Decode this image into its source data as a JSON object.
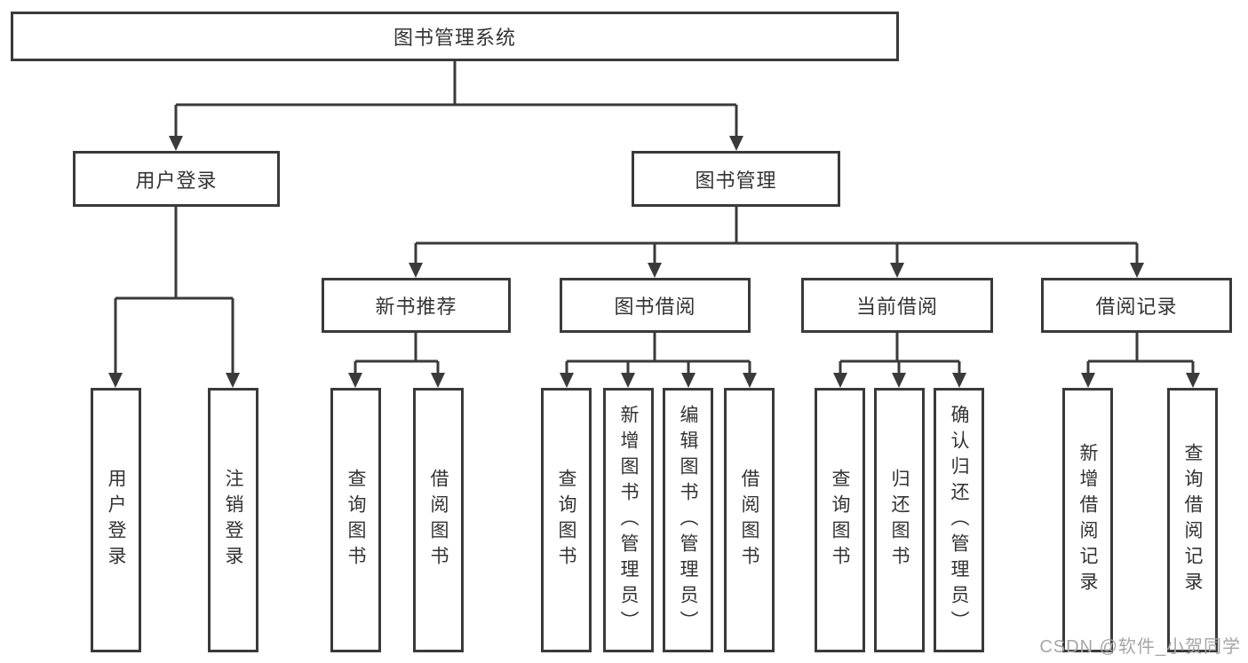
{
  "nodes": {
    "root": "图书管理系统",
    "user_login": "用户登录",
    "book_management": "图书管理",
    "new_book_recommend": "新书推荐",
    "book_borrow": "图书借阅",
    "current_borrow": "当前借阅",
    "borrow_records": "借阅记录",
    "leaf_user_login": "用户登录",
    "leaf_logout": "注销登录",
    "leaf_nb_query_books": "查询图书",
    "leaf_nb_borrow_books": "借阅图书",
    "leaf_bb_query_books": "查询图书",
    "leaf_bb_add_books": "新增图书（管理员）",
    "leaf_bb_edit_books": "编辑图书（管理员）",
    "leaf_bb_borrow_books": "借阅图书",
    "leaf_cb_query_books": "查询图书",
    "leaf_cb_return_books": "归还图书",
    "leaf_cb_confirm_return": "确认归还（管理员）",
    "leaf_br_add_record": "新增借阅记录",
    "leaf_br_query_record": "查询借阅记录"
  },
  "watermark": "CSDN @软件_小贺同学",
  "colors": {
    "line": "#3a3a3a",
    "text": "#333333",
    "watermark": "#a6a6a6",
    "background": "#ffffff"
  }
}
